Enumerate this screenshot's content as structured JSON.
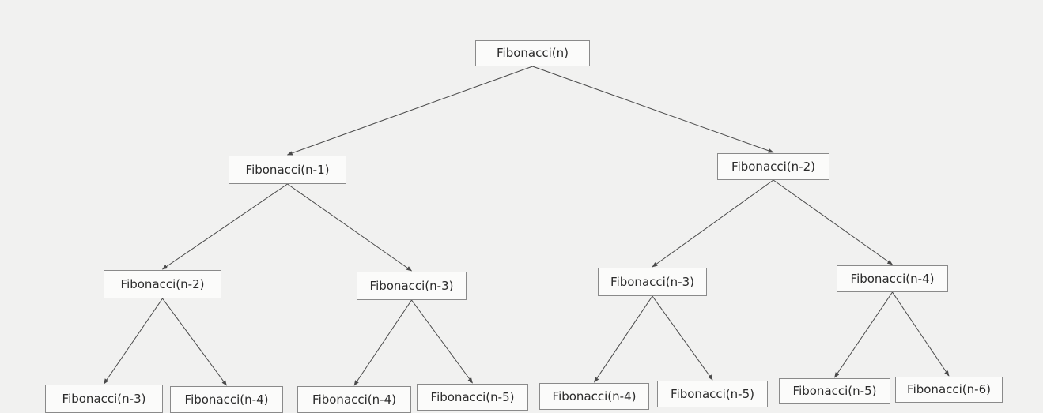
{
  "diagram": {
    "nodes": [
      {
        "id": "root",
        "label": "Fibonacci(n)"
      },
      {
        "id": "l1a",
        "label": "Fibonacci(n-1)"
      },
      {
        "id": "l1b",
        "label": "Fibonacci(n-2)"
      },
      {
        "id": "l2a",
        "label": "Fibonacci(n-2)"
      },
      {
        "id": "l2b",
        "label": "Fibonacci(n-3)"
      },
      {
        "id": "l2c",
        "label": "Fibonacci(n-3)"
      },
      {
        "id": "l2d",
        "label": "Fibonacci(n-4)"
      },
      {
        "id": "l3a",
        "label": "Fibonacci(n-3)"
      },
      {
        "id": "l3b",
        "label": "Fibonacci(n-4)"
      },
      {
        "id": "l3c",
        "label": "Fibonacci(n-4)"
      },
      {
        "id": "l3d",
        "label": "Fibonacci(n-5)"
      },
      {
        "id": "l3e",
        "label": "Fibonacci(n-4)"
      },
      {
        "id": "l3f",
        "label": "Fibonacci(n-5)"
      },
      {
        "id": "l3g",
        "label": "Fibonacci(n-5)"
      },
      {
        "id": "l3h",
        "label": "Fibonacci(n-6)"
      }
    ],
    "edges": [
      [
        "root",
        "l1a"
      ],
      [
        "root",
        "l1b"
      ],
      [
        "l1a",
        "l2a"
      ],
      [
        "l1a",
        "l2b"
      ],
      [
        "l1b",
        "l2c"
      ],
      [
        "l1b",
        "l2d"
      ],
      [
        "l2a",
        "l3a"
      ],
      [
        "l2a",
        "l3b"
      ],
      [
        "l2b",
        "l3c"
      ],
      [
        "l2b",
        "l3d"
      ],
      [
        "l2c",
        "l3e"
      ],
      [
        "l2c",
        "l3f"
      ],
      [
        "l2d",
        "l3g"
      ],
      [
        "l2d",
        "l3h"
      ]
    ]
  }
}
